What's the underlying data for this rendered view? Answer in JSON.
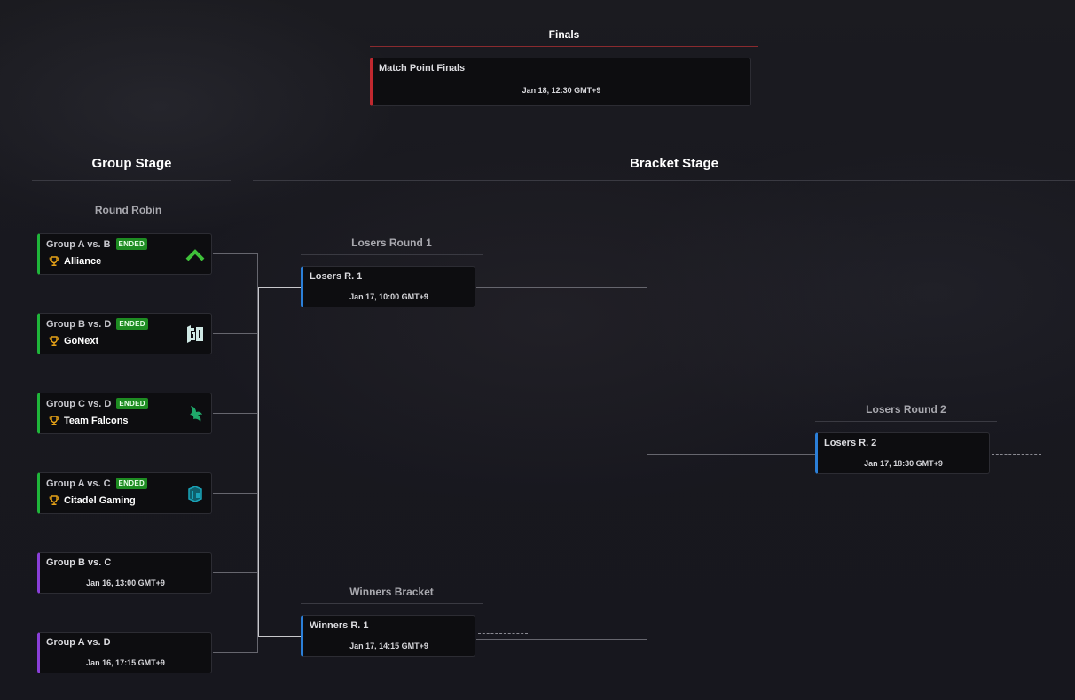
{
  "finals": {
    "section_title": "Finals",
    "match": {
      "title": "Match Point Finals",
      "date": "Jan 18, 12:30 GMT+9"
    }
  },
  "group_stage": {
    "section_title": "Group Stage",
    "round_title": "Round Robin",
    "matches": [
      {
        "title": "Group A vs. B",
        "status": "ENDED",
        "winner": "Alliance",
        "logo": "alliance-logo",
        "logo_color": "#3fc23a"
      },
      {
        "title": "Group B vs. D",
        "status": "ENDED",
        "winner": "GoNext",
        "logo": "gonext-logo",
        "logo_color": "#cfe8e4"
      },
      {
        "title": "Group C vs. D",
        "status": "ENDED",
        "winner": "Team Falcons",
        "logo": "team-falcons-logo",
        "logo_color": "#1fa86a"
      },
      {
        "title": "Group A vs. C",
        "status": "ENDED",
        "winner": "Citadel Gaming",
        "logo": "citadel-gaming-logo",
        "logo_color": "#1aa3b8"
      },
      {
        "title": "Group B vs. C",
        "date": "Jan 16, 13:00 GMT+9"
      },
      {
        "title": "Group A vs. D",
        "date": "Jan 16, 17:15 GMT+9"
      }
    ]
  },
  "bracket_stage": {
    "section_title": "Bracket Stage",
    "losers_round_1": {
      "round_title": "Losers Round 1",
      "match": {
        "title": "Losers R. 1",
        "date": "Jan 17, 10:00 GMT+9"
      }
    },
    "winners_bracket": {
      "round_title": "Winners Bracket",
      "match": {
        "title": "Winners R. 1",
        "date": "Jan 17, 14:15 GMT+9"
      }
    },
    "losers_round_2": {
      "round_title": "Losers Round 2",
      "match": {
        "title": "Losers R. 2",
        "date": "Jan 17, 18:30 GMT+9"
      }
    }
  },
  "colors": {
    "ended": "#1fb53a",
    "upcoming": "#8a3fd9",
    "bracket": "#2b7fd8",
    "final": "#c0282f",
    "badge": "#1e8c22",
    "trophy": "#e8a317"
  }
}
